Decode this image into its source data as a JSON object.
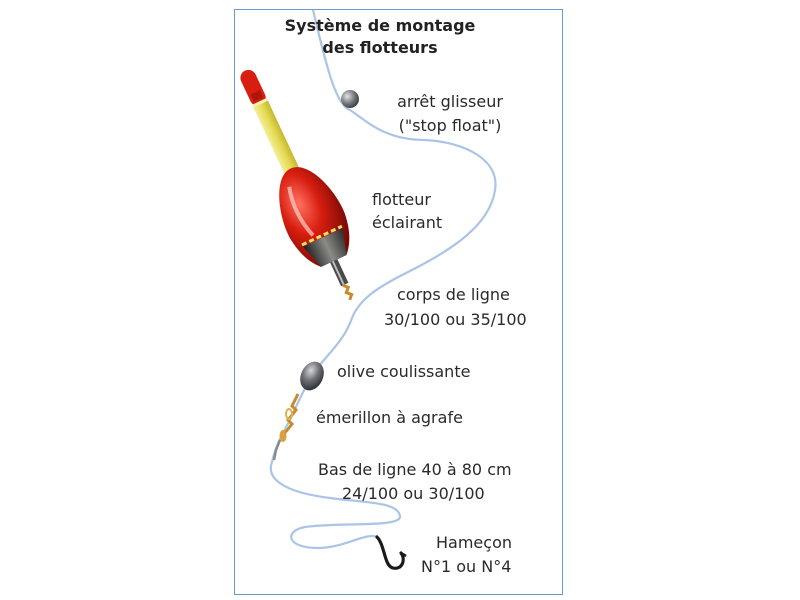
{
  "title": {
    "line1": "Système de montage",
    "line2": "des flotteurs"
  },
  "labels": {
    "stop_float": {
      "line1": "arrêt glisseur",
      "line2": "(\"stop float\")"
    },
    "float": {
      "line1": "flotteur",
      "line2": "éclairant"
    },
    "main_line": {
      "line1": "corps de ligne",
      "line2": "30/100 ou 35/100"
    },
    "olive": "olive coulissante",
    "swivel": "émerillon à agrafe",
    "leader": {
      "line1": "Bas de ligne 40 à 80 cm",
      "line2": "24/100 ou 30/100"
    },
    "hook": {
      "line1": "Hameçon",
      "line2": "N°1 ou N°4"
    }
  },
  "colors": {
    "frame": "#6a9ad0",
    "line": "#a9c4e6",
    "float_red": "#d81e10",
    "float_yellow": "#e8e060",
    "lead": "#5f6166"
  }
}
